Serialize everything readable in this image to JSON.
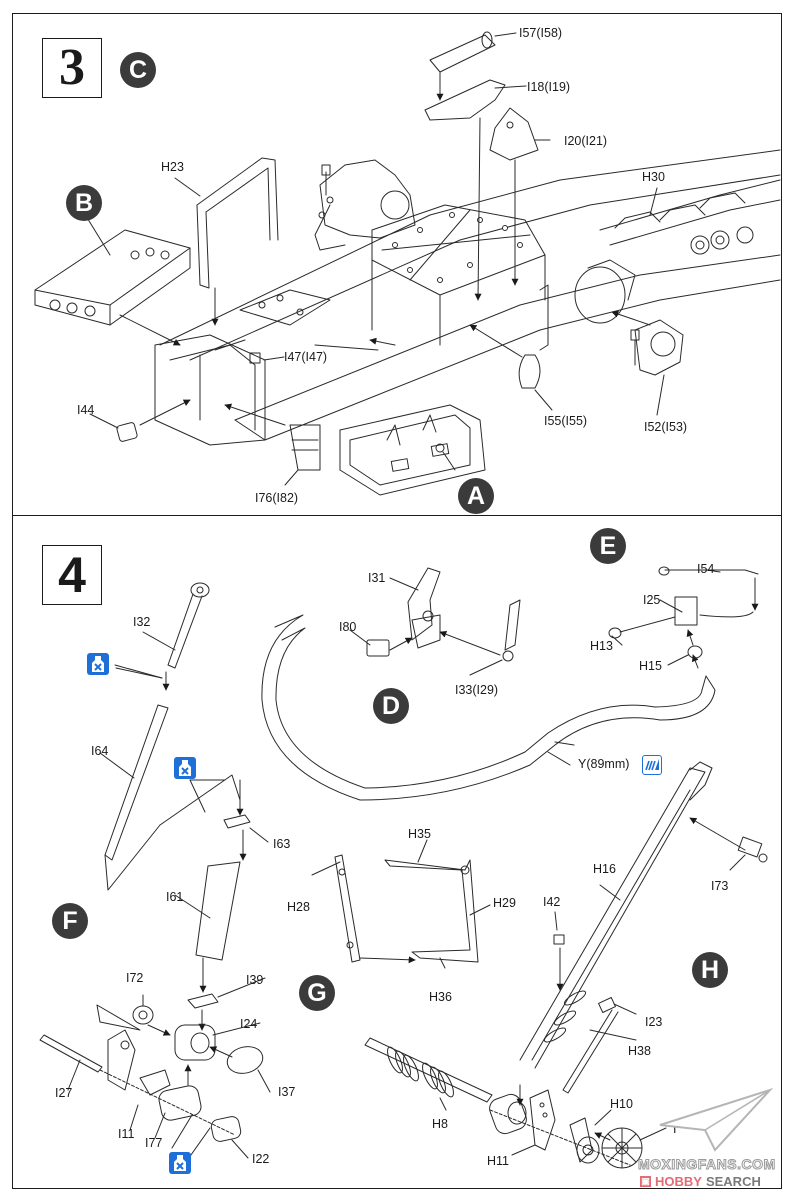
{
  "steps": [
    {
      "number": "3",
      "subassembly_refs": [
        "C",
        "B",
        "A"
      ],
      "labels": {
        "i57": "I57(I58)",
        "i18": "I18(I19)",
        "i20": "I20(I21)",
        "h23": "H23",
        "h30": "H30",
        "i47": "I47(I47)",
        "i44": "I44",
        "i55": "I55(I55)",
        "i52": "I52(I53)",
        "i76": "I76(I82)"
      }
    },
    {
      "number": "4",
      "subassembly_refs": [
        "D",
        "E",
        "F",
        "G",
        "H"
      ],
      "labels": {
        "i32": "I32",
        "i64": "I64",
        "i63": "I63",
        "i61": "I61",
        "i39": "I39",
        "i72": "I72",
        "i24": "I24",
        "i27": "I27",
        "i37": "I37",
        "i11": "I11",
        "i77": "I77",
        "i22": "I22",
        "i31": "I31",
        "i80": "I80",
        "i33": "I33(I29)",
        "i54": "I54",
        "i25": "I25",
        "h13": "H13",
        "h15": "H15",
        "y": "Y(89mm)",
        "h35": "H35",
        "h28": "H28",
        "h29": "H29",
        "h36": "H36",
        "h16": "H16",
        "i73": "I73",
        "i42": "I42",
        "i23": "I23",
        "h38": "H38",
        "h8": "H8",
        "h10": "H10",
        "h11": "H11",
        "i_hidden": "I"
      }
    }
  ],
  "icons": {
    "glue": "glue-bottle-icon",
    "cut": "cut-part-icon"
  },
  "colors": {
    "badge": "#3b3b3b",
    "glue_icon": "#1f6fd8",
    "line": "#2a2a2a"
  },
  "watermark": {
    "line1": "MOXINGFANS.COM",
    "line2a": "HOBBY",
    "line2b": "SEARCH"
  }
}
